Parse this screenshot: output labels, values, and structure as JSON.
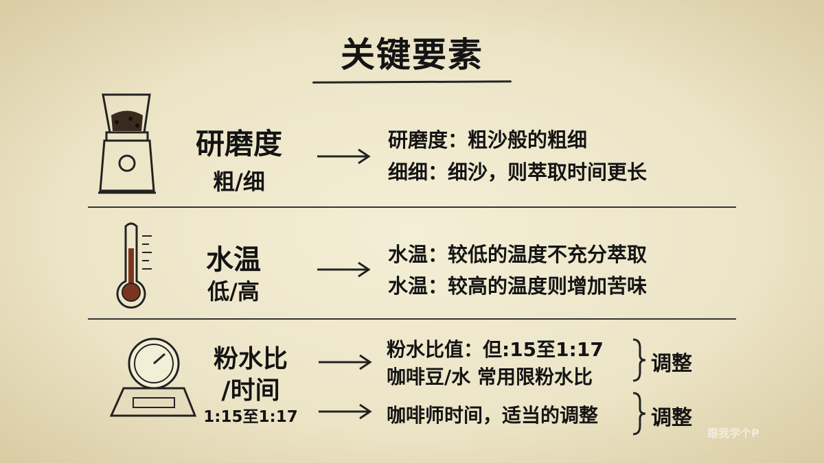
{
  "title": "关键要素",
  "rows": [
    {
      "icon": "coffee-grinder-icon",
      "label": "研磨度",
      "sub": "粗/细",
      "lines": [
        "研磨度：粗沙般的粗细",
        "细细：细沙，则萃取时间更长"
      ]
    },
    {
      "icon": "thermometer-icon",
      "label": "水温",
      "sub": "低/高",
      "lines": [
        "水温：较低的温度不充分萃取",
        "水温：较高的温度则增加苦味"
      ]
    },
    {
      "icon": "kitchen-scale-icon",
      "label": "粉水比",
      "sub": "/时间",
      "sub2": "1:15至1:17",
      "lines": [
        "粉水比值：但:15至1:17",
        "咖啡豆/水 常用限粉水比",
        "咖啡师时间，适当的调整"
      ],
      "notes": [
        "调整",
        "调整"
      ]
    }
  ],
  "watermark": "跟我学个P"
}
